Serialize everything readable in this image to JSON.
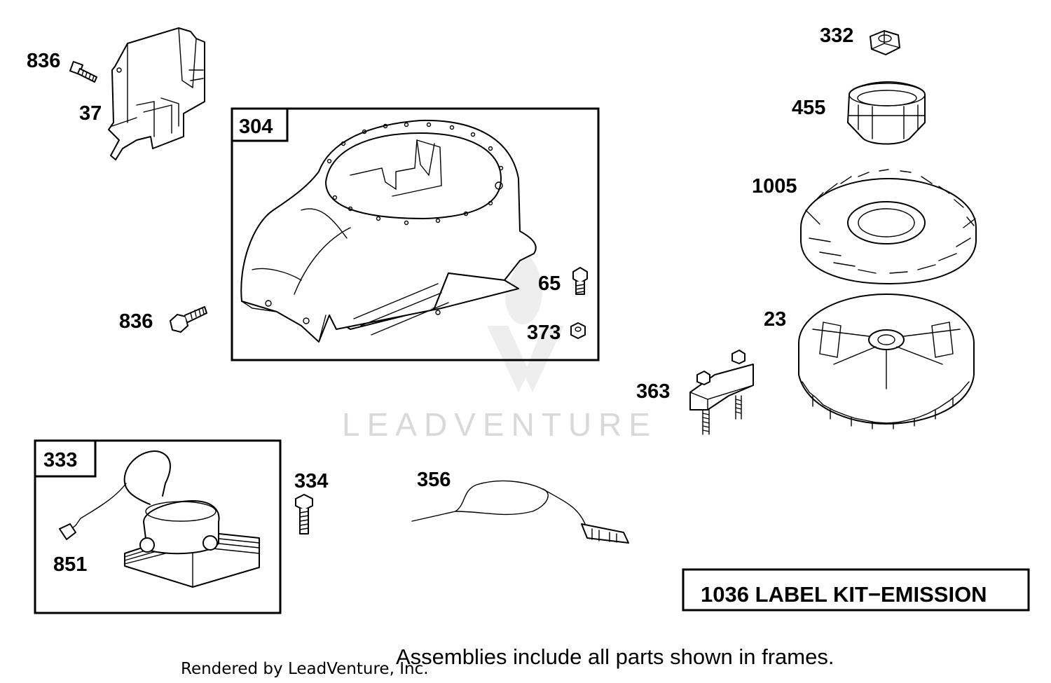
{
  "watermark": {
    "text": "LEADVENTURE"
  },
  "parts": {
    "p836_top": "836",
    "p37": "37",
    "p304": "304",
    "p65": "65",
    "p373": "373",
    "p836_mid": "836",
    "p332": "332",
    "p455": "455",
    "p1005": "1005",
    "p23": "23",
    "p363": "363",
    "p333": "333",
    "p851": "851",
    "p334": "334",
    "p356": "356"
  },
  "label_kit": {
    "text": "1036 LABEL KIT−EMISSION"
  },
  "footnote": {
    "text": "Assemblies include all parts shown in frames."
  },
  "credit": {
    "text": "Rendered by LeadVenture, Inc."
  },
  "colors": {
    "line": "#000000",
    "background": "#ffffff",
    "watermark": "#d9d9d9"
  }
}
